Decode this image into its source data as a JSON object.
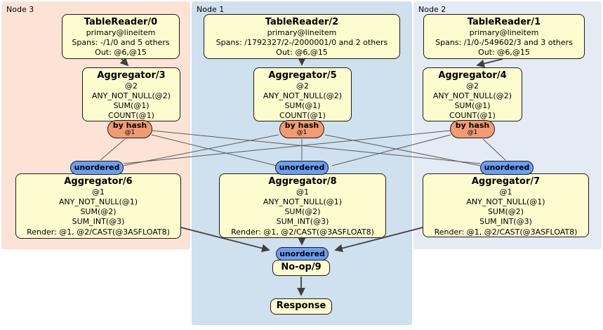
{
  "regions": [
    {
      "label": "Node 3",
      "color": "#fce3d6"
    },
    {
      "label": "Node 1",
      "color": "#cfe0ee"
    },
    {
      "label": "Node 2",
      "color": "#e4ebf5"
    }
  ],
  "processors": {
    "tr0": {
      "title": "TableReader/0",
      "lines": [
        "primary@lineitem",
        "Spans: -/1/0 and 5 others",
        "Out: @6,@15"
      ]
    },
    "tr2": {
      "title": "TableReader/2",
      "lines": [
        "primary@lineitem",
        "Spans: /1792327/2-/2000001/0 and 2 others",
        "Out: @6,@15"
      ]
    },
    "tr1": {
      "title": "TableReader/1",
      "lines": [
        "primary@lineitem",
        "Spans: /1/0-/549602/3 and 3 others",
        "Out: @6,@15"
      ]
    },
    "agg3": {
      "title": "Aggregator/3",
      "lines": [
        "@2",
        "ANY_NOT_NULL(@2)",
        "SUM(@1)",
        "COUNT(@1)"
      ]
    },
    "agg5": {
      "title": "Aggregator/5",
      "lines": [
        "@2",
        "ANY_NOT_NULL(@2)",
        "SUM(@1)",
        "COUNT(@1)"
      ]
    },
    "agg4": {
      "title": "Aggregator/4",
      "lines": [
        "@2",
        "ANY_NOT_NULL(@2)",
        "SUM(@1)",
        "COUNT(@1)"
      ]
    },
    "agg6": {
      "title": "Aggregator/6",
      "lines": [
        "@1",
        "ANY_NOT_NULL(@1)",
        "SUM(@2)",
        "SUM_INT(@3)",
        "Render: @1, @2/CAST(@3ASFLOAT8)"
      ]
    },
    "agg8": {
      "title": "Aggregator/8",
      "lines": [
        "@1",
        "ANY_NOT_NULL(@1)",
        "SUM(@2)",
        "SUM_INT(@3)",
        "Render: @1, @2/CAST(@3ASFLOAT8)"
      ]
    },
    "agg7": {
      "title": "Aggregator/7",
      "lines": [
        "@1",
        "ANY_NOT_NULL(@1)",
        "SUM(@2)",
        "SUM_INT(@3)",
        "Render: @1, @2/CAST(@3ASFLOAT8)"
      ]
    },
    "noop": {
      "title": "No-op/9"
    },
    "response": {
      "title": "Response"
    }
  },
  "routers": {
    "by_hash_label": "by hash",
    "by_hash_detail": "@1",
    "unordered_label": "unordered"
  },
  "colors": {
    "processor_fill": "#fdfccf",
    "router_fill": "#f29b71",
    "sync_fill": "#6a9ef2",
    "node3_bg": "#fce3d6",
    "node1_bg": "#cfe0ee",
    "node2_bg": "#e4ebf5",
    "edge": "#3f3f3f"
  }
}
